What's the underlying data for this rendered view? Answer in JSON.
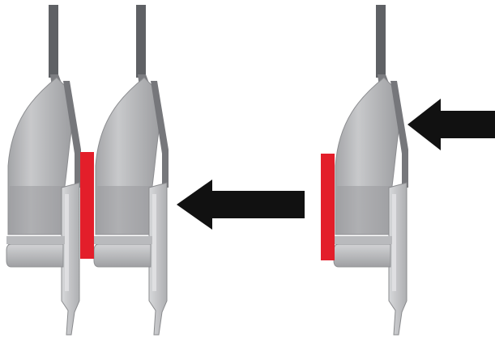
{
  "diagram": {
    "components": [
      {
        "name": "clip-part",
        "count": 3,
        "state": [
          "stacked",
          "stacked",
          "separate"
        ]
      },
      {
        "name": "red-spacer",
        "count": 2
      },
      {
        "name": "motion-arrow",
        "count": 2,
        "directions": [
          "left",
          "left"
        ]
      }
    ],
    "colors": {
      "background": "#ffffff",
      "part_light": "#c9cacc",
      "part_mid": "#a9aaad",
      "part_dark": "#7b7c80",
      "stem": "#5e6064",
      "spacer": "#e31e2a",
      "arrow": "#111111"
    }
  }
}
